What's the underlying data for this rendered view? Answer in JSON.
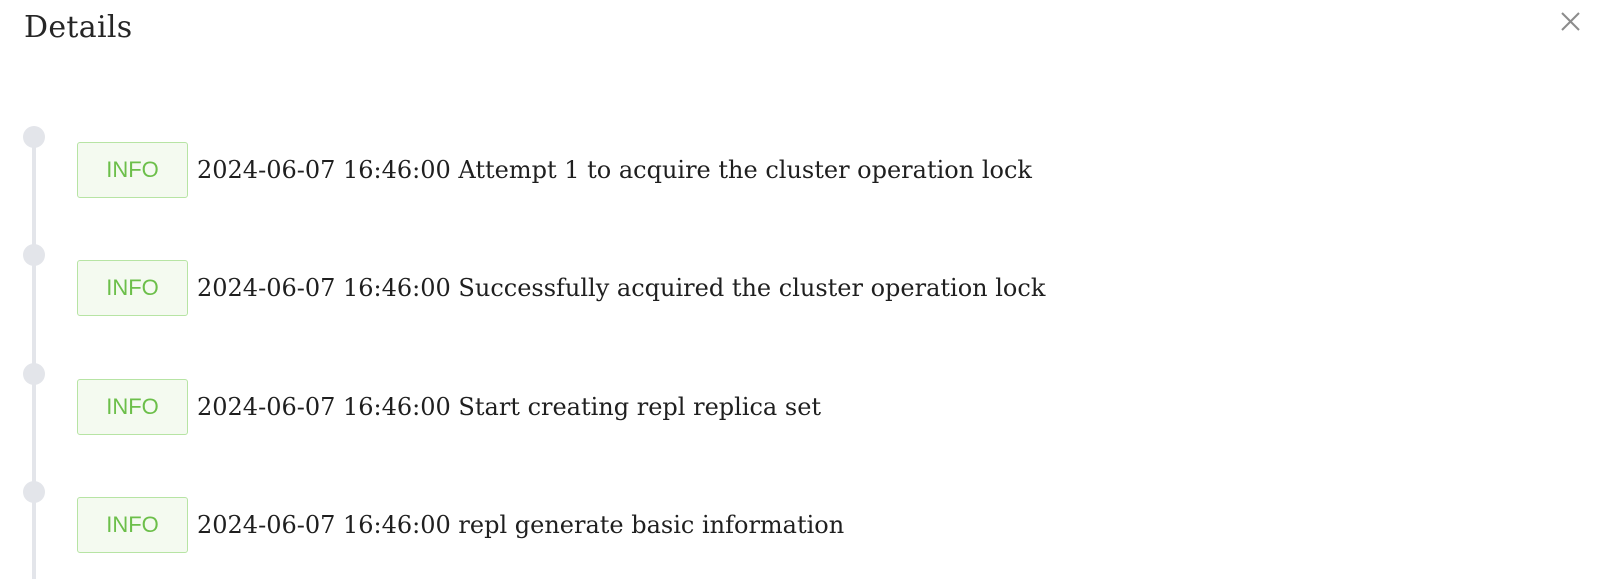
{
  "header": {
    "title": "Details",
    "close_icon": "close-icon"
  },
  "timeline": {
    "entries": [
      {
        "level": "INFO",
        "message": "2024-06-07 16:46:00 Attempt 1 to acquire the cluster operation lock"
      },
      {
        "level": "INFO",
        "message": "2024-06-07 16:46:00 Successfully acquired the cluster operation lock"
      },
      {
        "level": "INFO",
        "message": "2024-06-07 16:46:00 Start creating repl replica set"
      },
      {
        "level": "INFO",
        "message": "2024-06-07 16:46:00 repl generate basic information"
      }
    ]
  },
  "colors": {
    "info_text": "#6cbf4a",
    "info_border": "#b7e4a4",
    "info_background": "#f4faf0",
    "timeline": "#e3e5ea"
  }
}
